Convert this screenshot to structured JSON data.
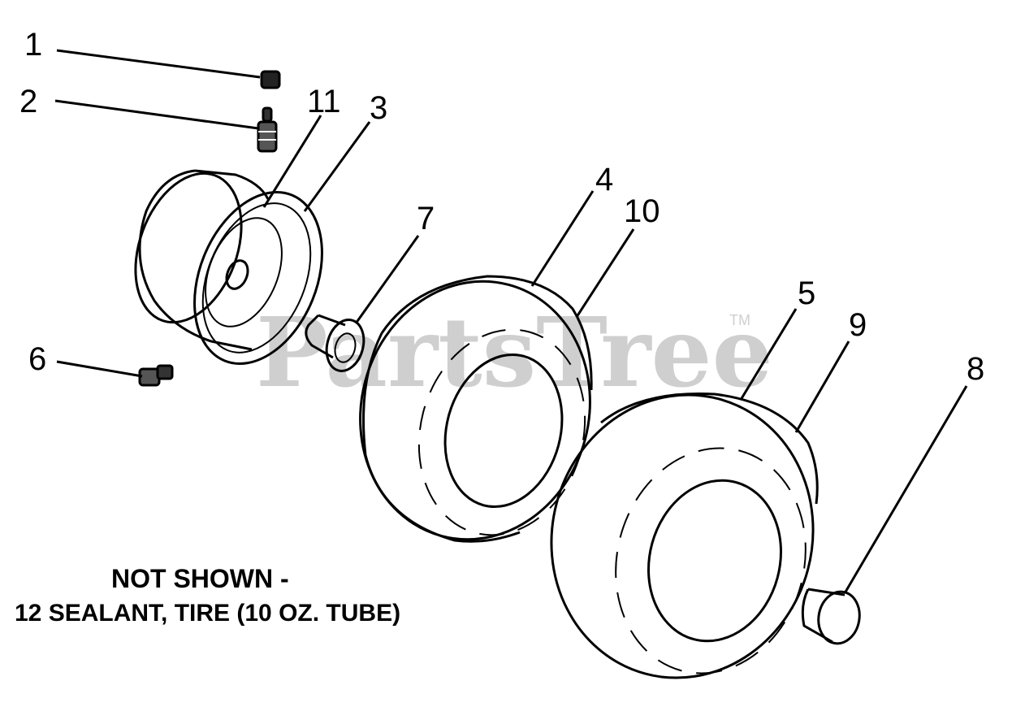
{
  "diagram": {
    "callouts": [
      {
        "id": "c1",
        "label": "1"
      },
      {
        "id": "c2",
        "label": "2"
      },
      {
        "id": "c11",
        "label": "11"
      },
      {
        "id": "c3",
        "label": "3"
      },
      {
        "id": "c4",
        "label": "4"
      },
      {
        "id": "c10",
        "label": "10"
      },
      {
        "id": "c7",
        "label": "7"
      },
      {
        "id": "c5",
        "label": "5"
      },
      {
        "id": "c9",
        "label": "9"
      },
      {
        "id": "c8",
        "label": "8"
      },
      {
        "id": "c6",
        "label": "6"
      }
    ],
    "watermark": "PartsTree",
    "trademark": "TM"
  },
  "notes": {
    "line1": "NOT SHOWN -",
    "line2": "12 SEALANT, TIRE (10 OZ. TUBE)"
  }
}
